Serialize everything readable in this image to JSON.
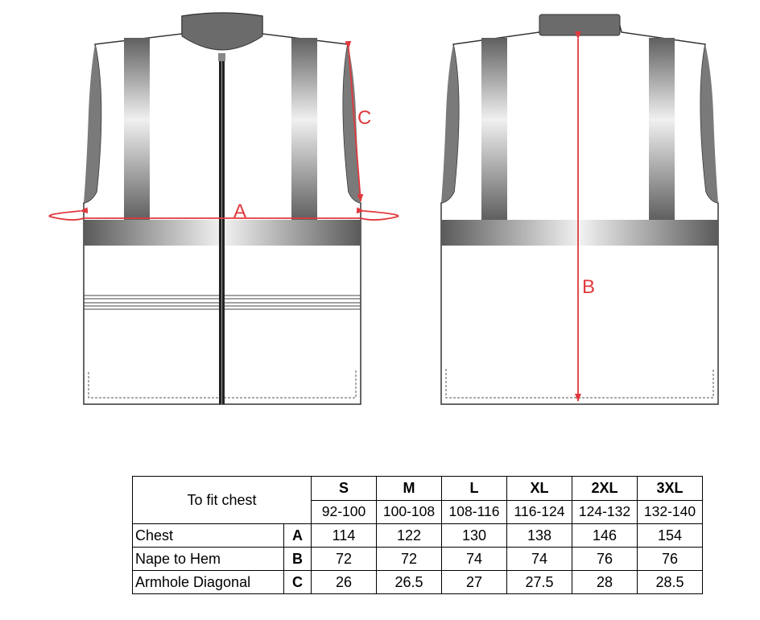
{
  "colors": {
    "measure": "#e0393e",
    "stripe": "#7a7a7a",
    "collar": "#6b6b6b",
    "outline": "#333333"
  },
  "dimensions": {
    "A": "A",
    "B": "B",
    "C": "C"
  },
  "table": {
    "corner_label": "To fit chest",
    "sizes": [
      "S",
      "M",
      "L",
      "XL",
      "2XL",
      "3XL"
    ],
    "chest_ranges": [
      "92-100",
      "100-108",
      "108-116",
      "116-124",
      "124-132",
      "132-140"
    ],
    "rows": [
      {
        "label": "Chest",
        "key": "A",
        "values": [
          "114",
          "122",
          "130",
          "138",
          "146",
          "154"
        ]
      },
      {
        "label": "Nape to Hem",
        "key": "B",
        "values": [
          "72",
          "72",
          "74",
          "74",
          "76",
          "76"
        ]
      },
      {
        "label": "Armhole Diagonal",
        "key": "C",
        "values": [
          "26",
          "26.5",
          "27",
          "27.5",
          "28",
          "28.5"
        ]
      }
    ]
  }
}
